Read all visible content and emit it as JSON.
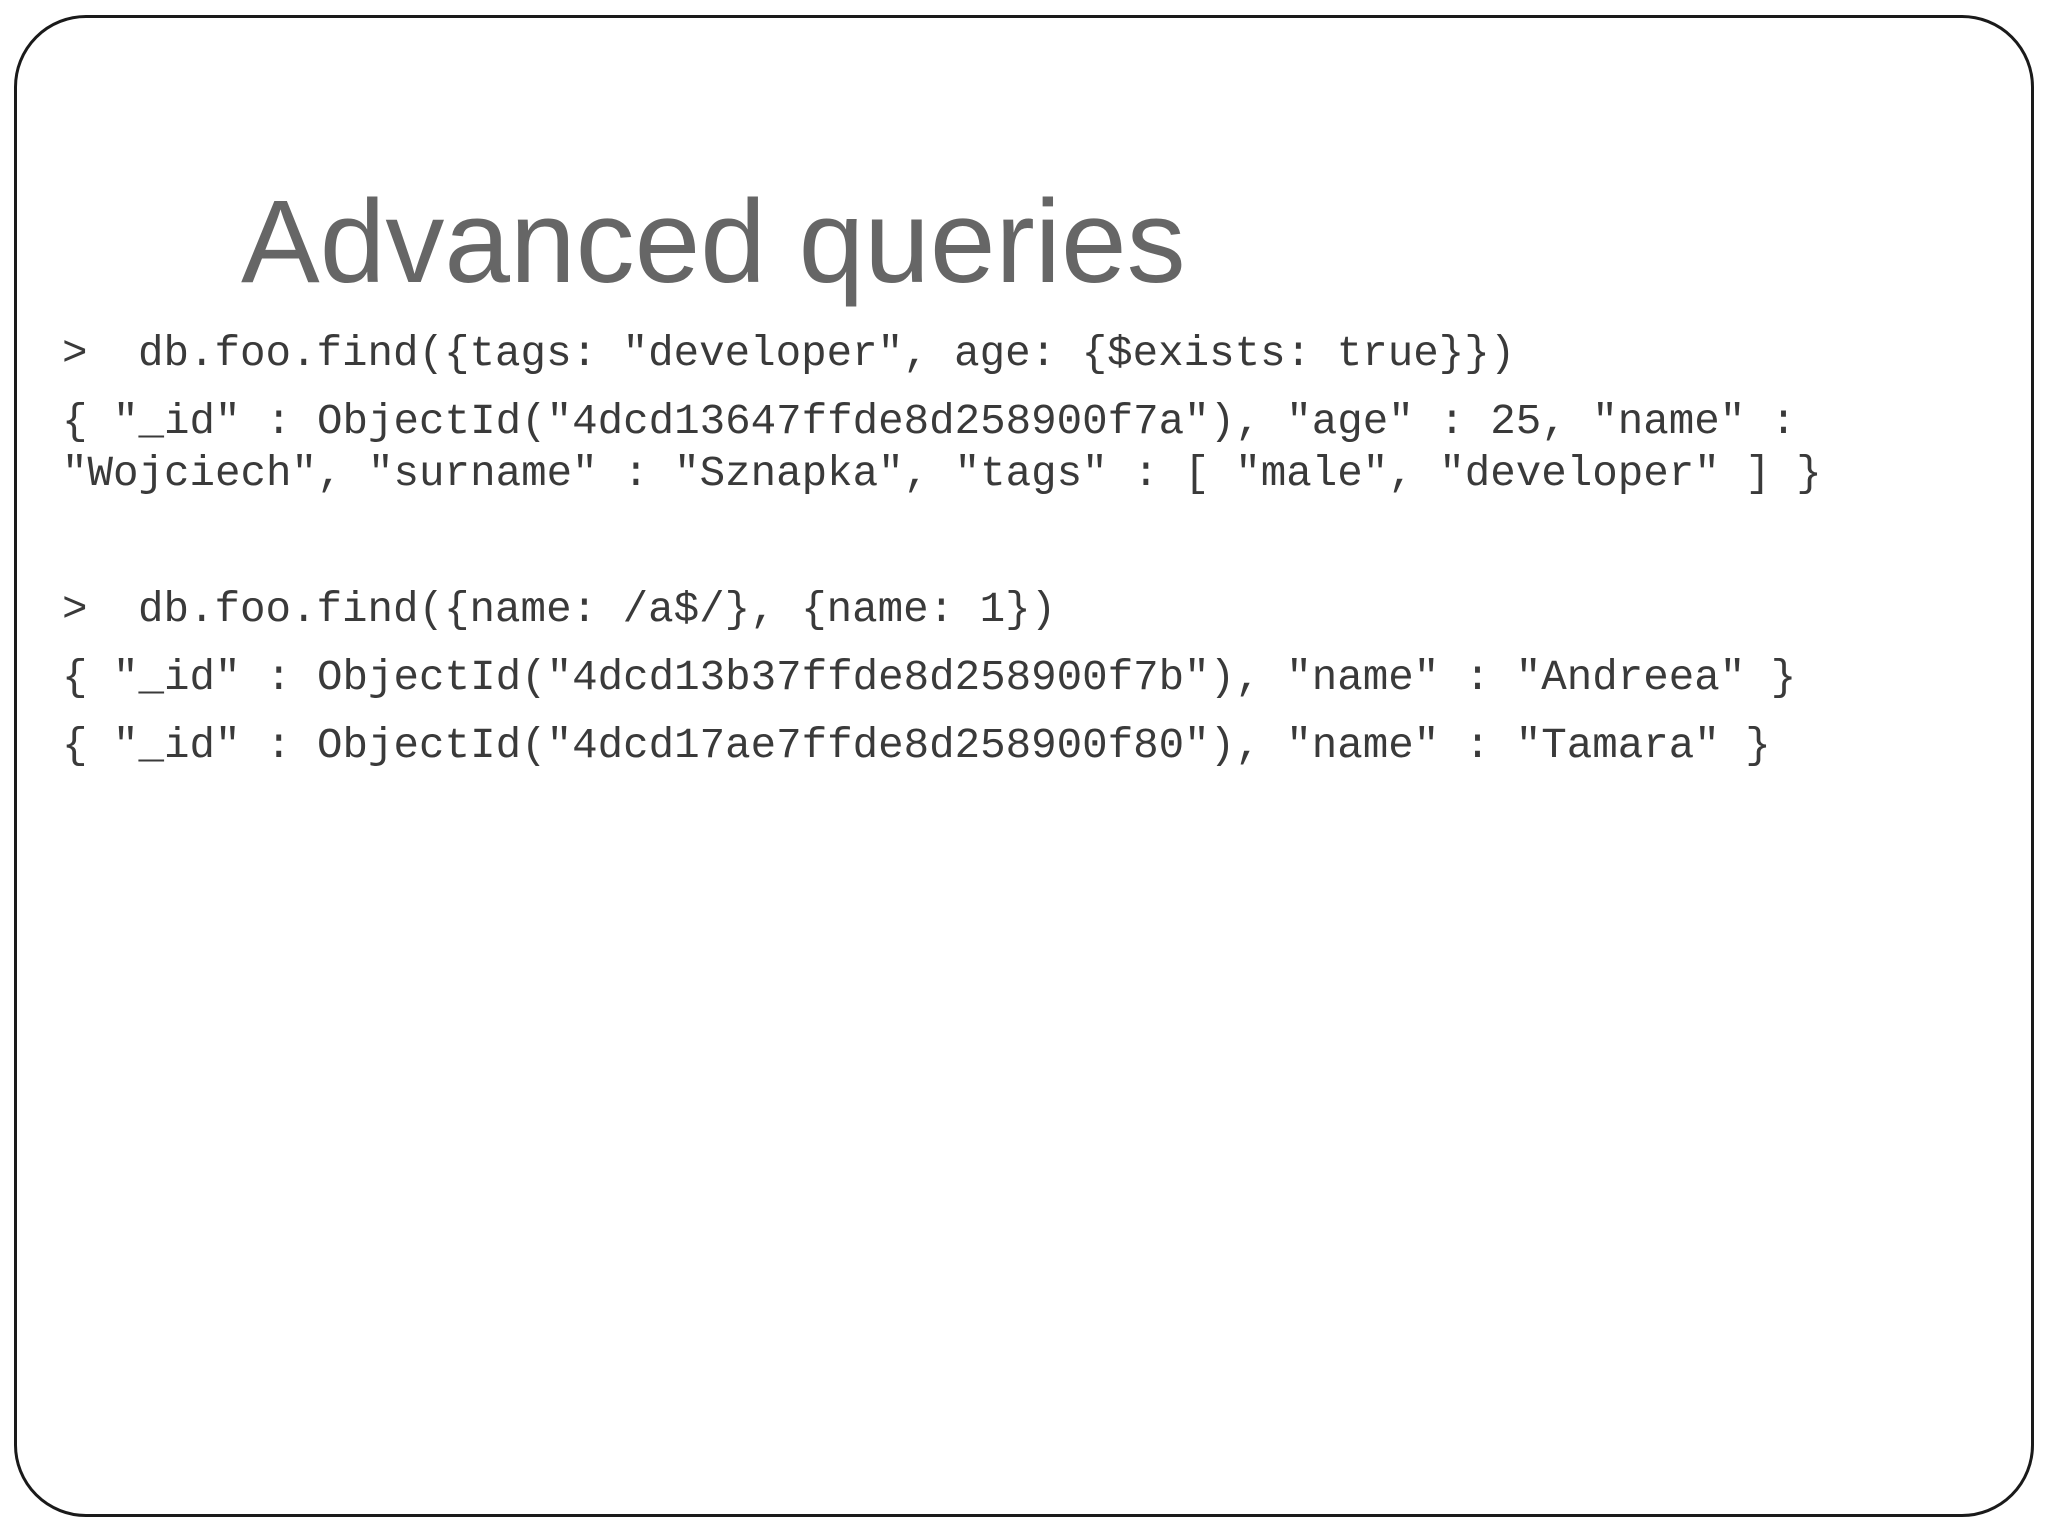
{
  "slide": {
    "title": "Advanced queries",
    "queries": [
      {
        "prompt": ">",
        "command": "db.foo.find({tags: \"developer\", age: {$exists: true}})",
        "results": [
          "{ \"_id\" : ObjectId(\"4dcd13647ffde8d258900f7a\"), \"age\" : 25, \"name\" :",
          "\"Wojciech\", \"surname\" : \"Sznapka\", \"tags\" : [ \"male\", \"developer\" ] }"
        ]
      },
      {
        "prompt": ">",
        "command": "db.foo.find({name: /a$/}, {name: 1})",
        "results": [
          "{ \"_id\" : ObjectId(\"4dcd13b37ffde8d258900f7b\"), \"name\" : \"Andreea\" }",
          "{ \"_id\" : ObjectId(\"4dcd17ae7ffde8d258900f80\"), \"name\" : \"Tamara\" }"
        ]
      }
    ]
  },
  "colors": {
    "title": "#666666",
    "code": "#3a3a3a",
    "border": "#1a1a1a",
    "background": "#ffffff"
  }
}
